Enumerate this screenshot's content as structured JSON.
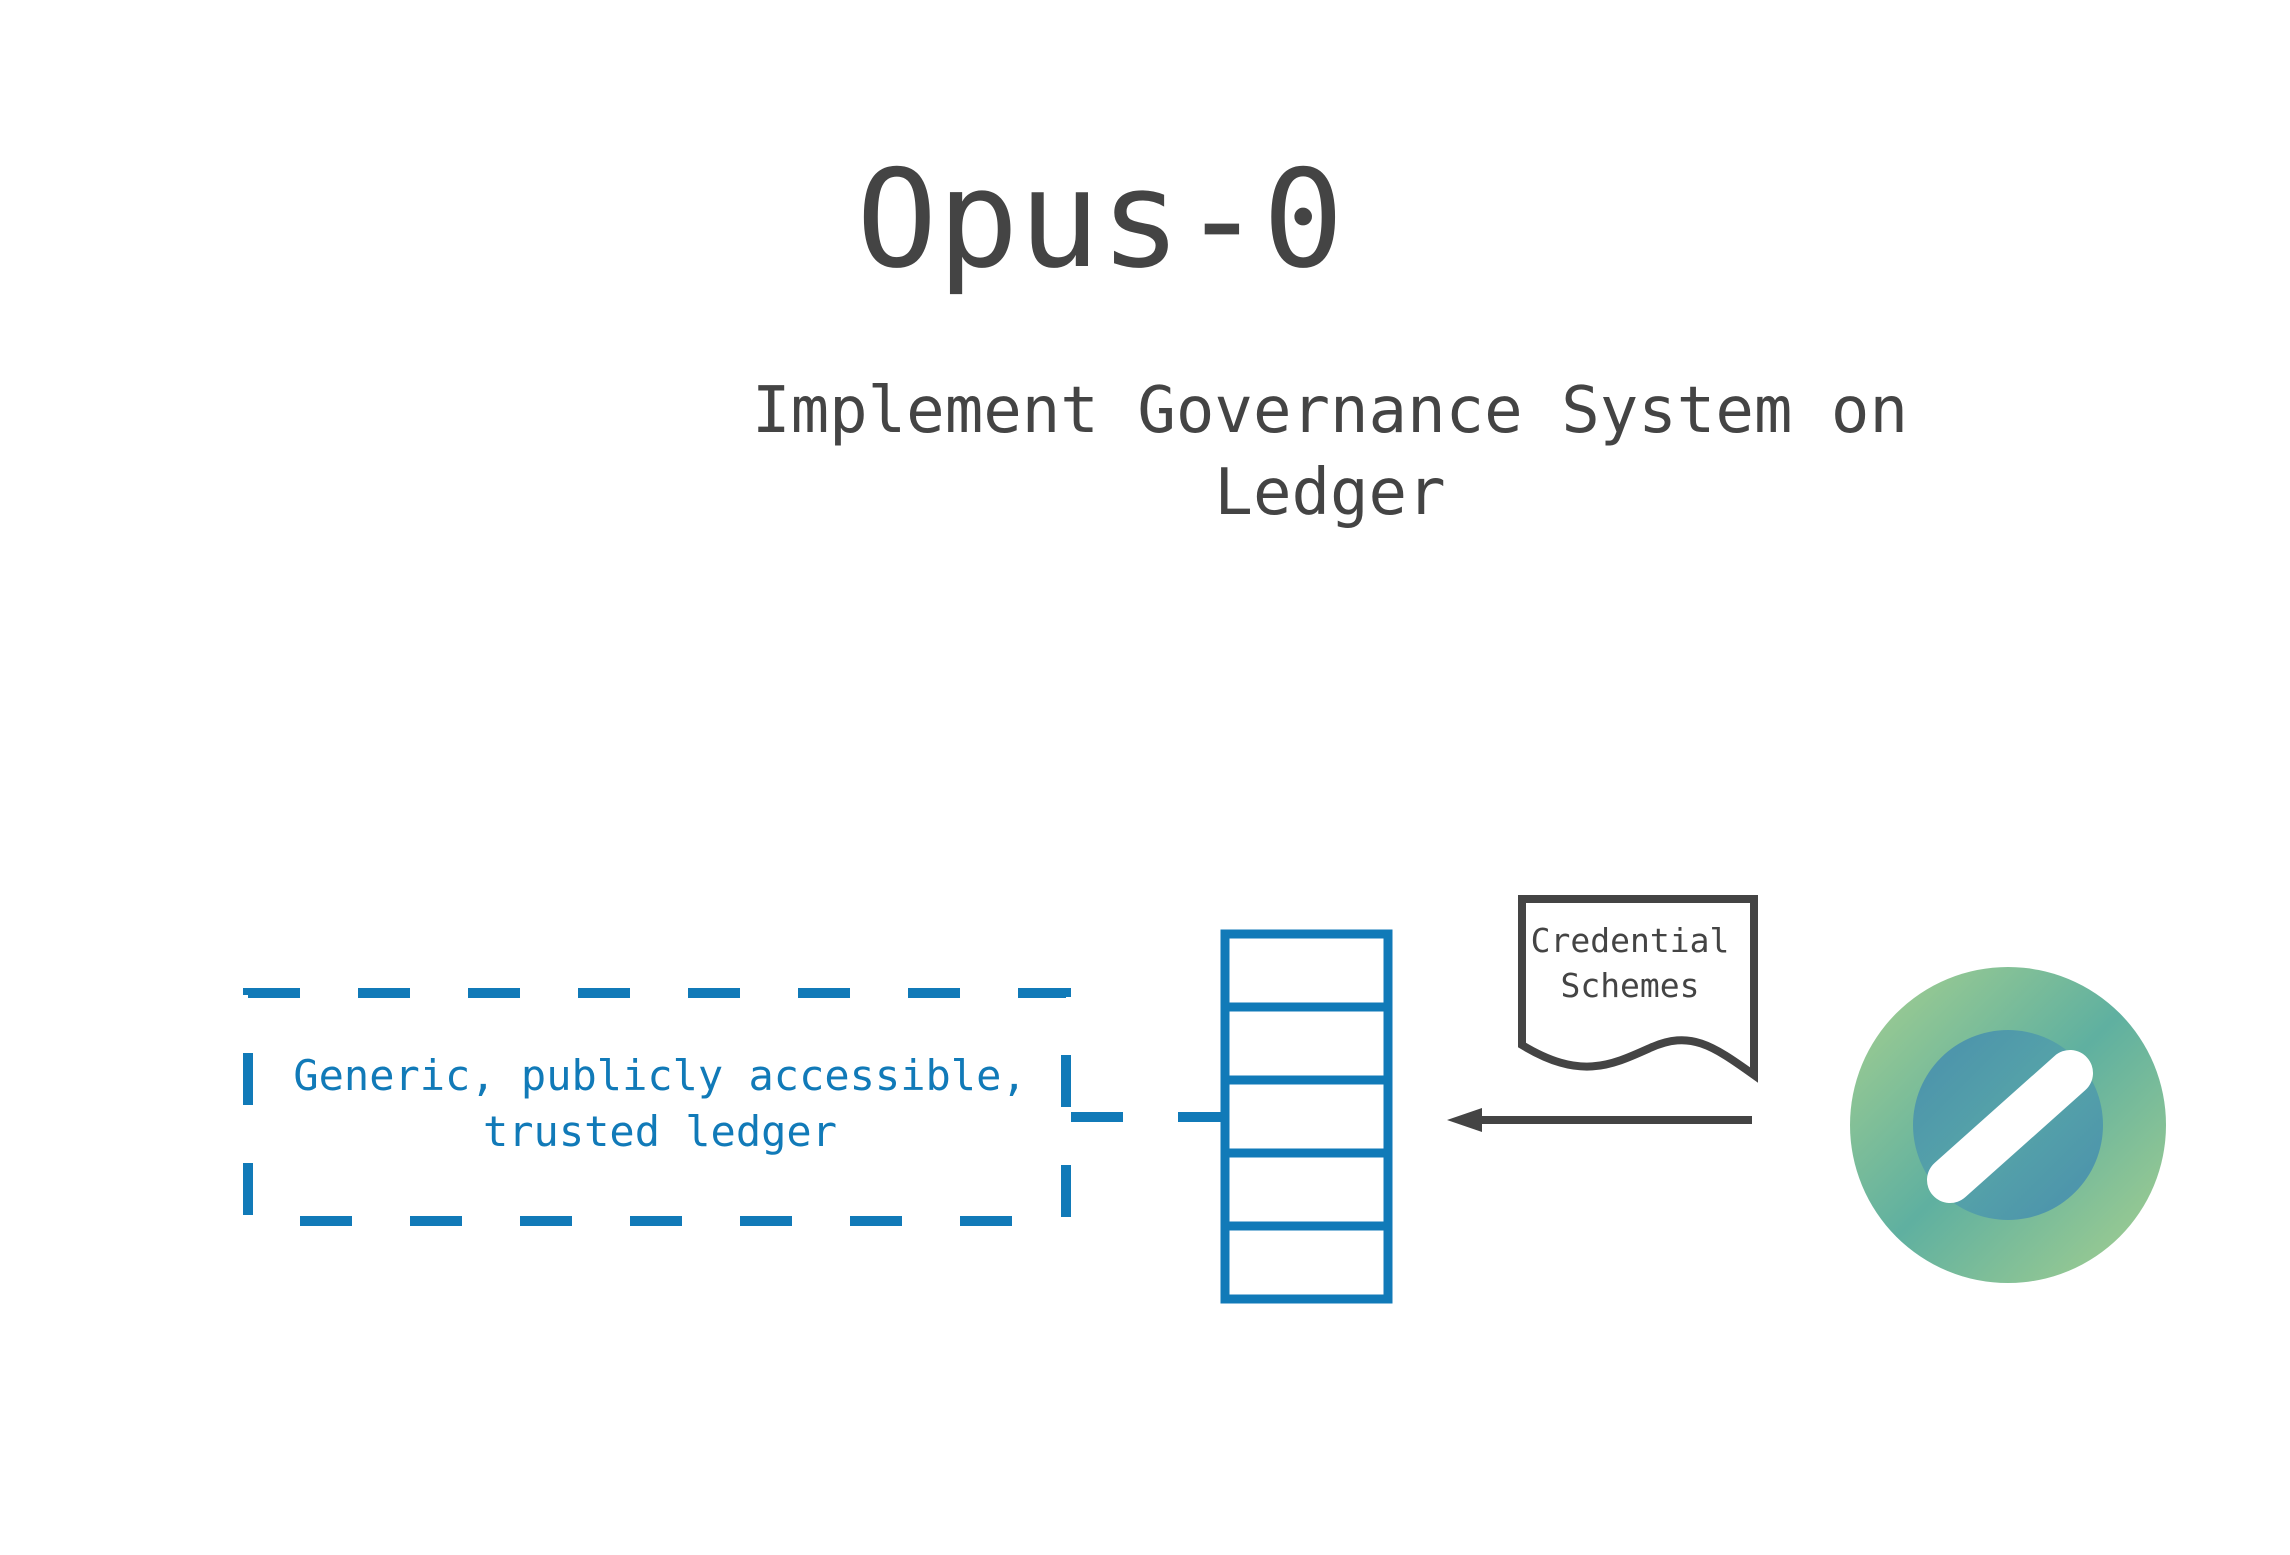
{
  "title": "Opus-0",
  "subtitle": "Implement Governance System on Ledger",
  "ledger_box": {
    "label": "Generic, publicly accessible, trusted ledger"
  },
  "document": {
    "label": "Credential Schemes"
  },
  "colors": {
    "text": "#444444",
    "accent_blue": "#117ab8",
    "arrow": "#444444",
    "logo_green": "#a8d08d",
    "logo_teal": "#4f97ac"
  },
  "icons": {
    "ledger_stack": "stacked-blocks-icon",
    "document": "document-icon",
    "logo": "circle-slash-logo"
  }
}
